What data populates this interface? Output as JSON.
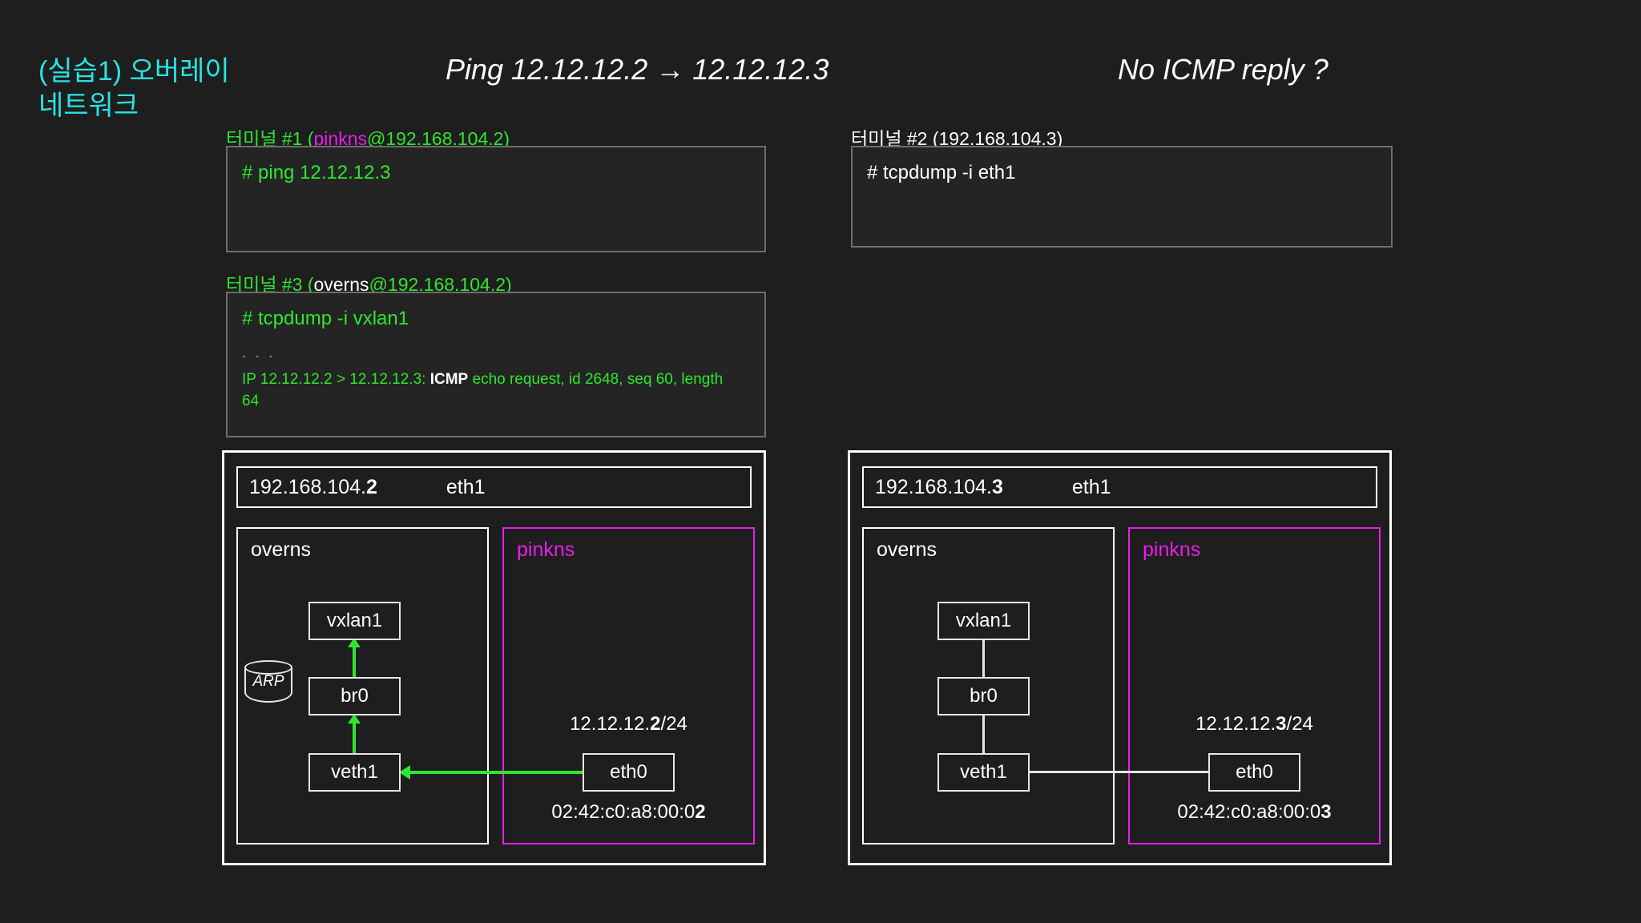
{
  "slide": {
    "background_color": "#1e1e1e",
    "title": "(실습1) 오버레이\n네트워크",
    "title_color": "#29e3e3",
    "ping_title": "Ping 12.12.12.2 → 12.12.12.3",
    "icmp_question": "No ICMP reply ?"
  },
  "colors": {
    "green": "#2ee62e",
    "magenta": "#e81fe8",
    "cyan": "#29e3e3",
    "white": "#ffffff",
    "terminal_border": "#6d6d6d",
    "terminal_fill": "#242424"
  },
  "terminals": [
    {
      "id": "terminal-1",
      "label_prefix": "터미널 #1 (",
      "label_user": "pinkns",
      "label_suffix": "@192.168.104.2)",
      "user_color": "#e81fe8",
      "label_color": "#2ee62e",
      "lines": [
        {
          "text": "# ping 12.12.12.3",
          "color": "#2ee62e"
        }
      ]
    },
    {
      "id": "terminal-2",
      "label_prefix": "터미널 #2 (",
      "label_user": "",
      "label_suffix": "192.168.104.3)",
      "user_color": "#ffffff",
      "label_color": "#ffffff",
      "lines": [
        {
          "text": "# tcpdump -i eth1",
          "color": "#ffffff"
        }
      ]
    },
    {
      "id": "terminal-3",
      "label_prefix": "터미널 #3 (",
      "label_user": "overns",
      "label_suffix": "@192.168.104.2)",
      "user_color": "#ffffff",
      "label_color": "#2ee62e",
      "lines": [
        {
          "text": "# tcpdump -i vxlan1",
          "color": "#2ee62e"
        },
        {
          "text": ". . .",
          "color": "#2ee62e"
        },
        {
          "text_a": "IP 12.12.12.2 > 12.12.12.3: ",
          "text_b": "ICMP",
          "text_c": " echo request, id 2648, seq 60, length 64",
          "color": "#2ee62e"
        }
      ]
    }
  ],
  "hosts": [
    {
      "id": "host-left",
      "ip": "192.168.104.",
      "ip_bold": "2",
      "nic": "eth1",
      "namespaces": [
        {
          "id": "overns-left",
          "name": "overns",
          "color": "#ffffff",
          "has_arp": true,
          "arp_label": "ARP",
          "nodes": [
            "vxlan1",
            "br0",
            "veth1"
          ],
          "link_style": "green-arrow"
        },
        {
          "id": "pinkns-left",
          "name": "pinkns",
          "color": "#e81fe8",
          "ip_prefix": "12.12.12.",
          "ip_bold": "2",
          "ip_suffix": "/24",
          "node": "eth0",
          "mac_prefix": "02:42:c0:a8:00:0",
          "mac_bold": "2"
        }
      ]
    },
    {
      "id": "host-right",
      "ip": "192.168.104.",
      "ip_bold": "3",
      "nic": "eth1",
      "namespaces": [
        {
          "id": "overns-right",
          "name": "overns",
          "color": "#ffffff",
          "has_arp": false,
          "arp_label": "",
          "nodes": [
            "vxlan1",
            "br0",
            "veth1"
          ],
          "link_style": "white-line"
        },
        {
          "id": "pinkns-right",
          "name": "pinkns",
          "color": "#e81fe8",
          "ip_prefix": "12.12.12.",
          "ip_bold": "3",
          "ip_suffix": "/24",
          "node": "eth0",
          "mac_prefix": "02:42:c0:a8:00:0",
          "mac_bold": "3"
        }
      ]
    }
  ]
}
